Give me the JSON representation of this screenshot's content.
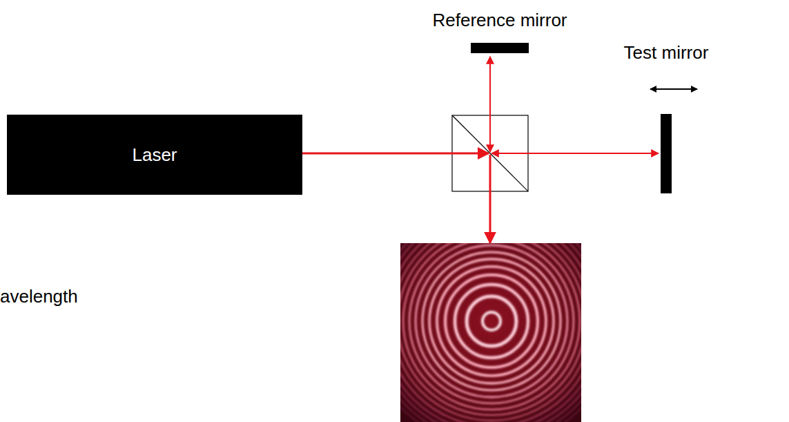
{
  "diagram": {
    "nodes": [
      {
        "text": [
          "Laser"
        ]
      },
      {
        "text": [
          "Reference mirror"
        ]
      },
      {
        "text": [
          "Test mirror"
        ]
      }
    ],
    "labels": [
      "avelength"
    ]
  }
}
